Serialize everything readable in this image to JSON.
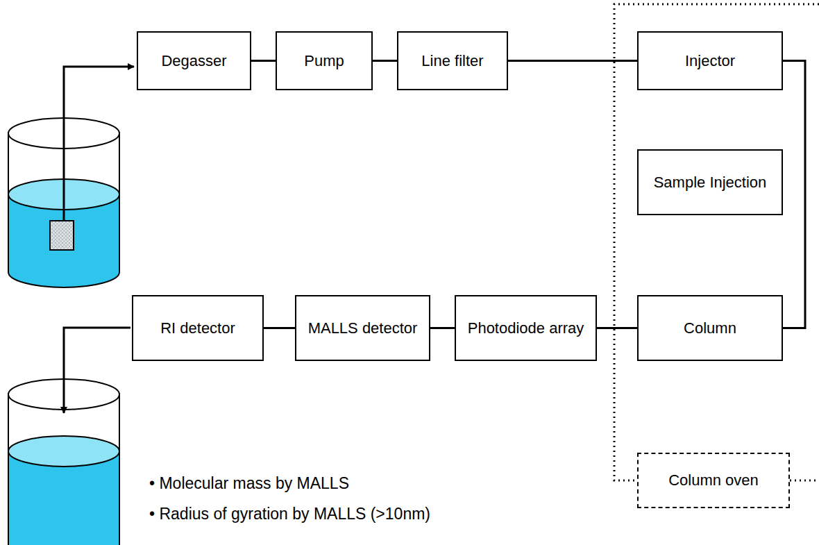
{
  "diagram": {
    "nodes": [
      {
        "text": [
          "Degasser"
        ]
      },
      {
        "text": [
          "Pump"
        ]
      },
      {
        "text": [
          "Line filter"
        ]
      },
      {
        "text": [
          "Injector"
        ]
      },
      {
        "text": [
          "Sample Injection"
        ]
      },
      {
        "text": [
          "RI detector"
        ]
      },
      {
        "text": [
          "MALLS detector"
        ]
      },
      {
        "text": [
          "Photodiode array"
        ]
      },
      {
        "text": [
          "Column"
        ]
      },
      {
        "text": [
          "Column oven"
        ]
      }
    ],
    "edges": [
      {
        "from": 0,
        "to": 1,
        "arrow": "none"
      },
      {
        "from": 1,
        "to": 2,
        "arrow": "none"
      },
      {
        "from": 2,
        "to": 3,
        "arrow": "none"
      },
      {
        "from": 3,
        "to": 8,
        "arrow": "none"
      },
      {
        "from": 8,
        "to": 7,
        "arrow": "none"
      },
      {
        "from": 7,
        "to": 6,
        "arrow": "none"
      },
      {
        "from": 6,
        "to": 5,
        "arrow": "none"
      }
    ],
    "labels": [
      "• Molecular mass by MALLS",
      "• Radius of gyration by MALLS (>10nm)"
    ]
  }
}
